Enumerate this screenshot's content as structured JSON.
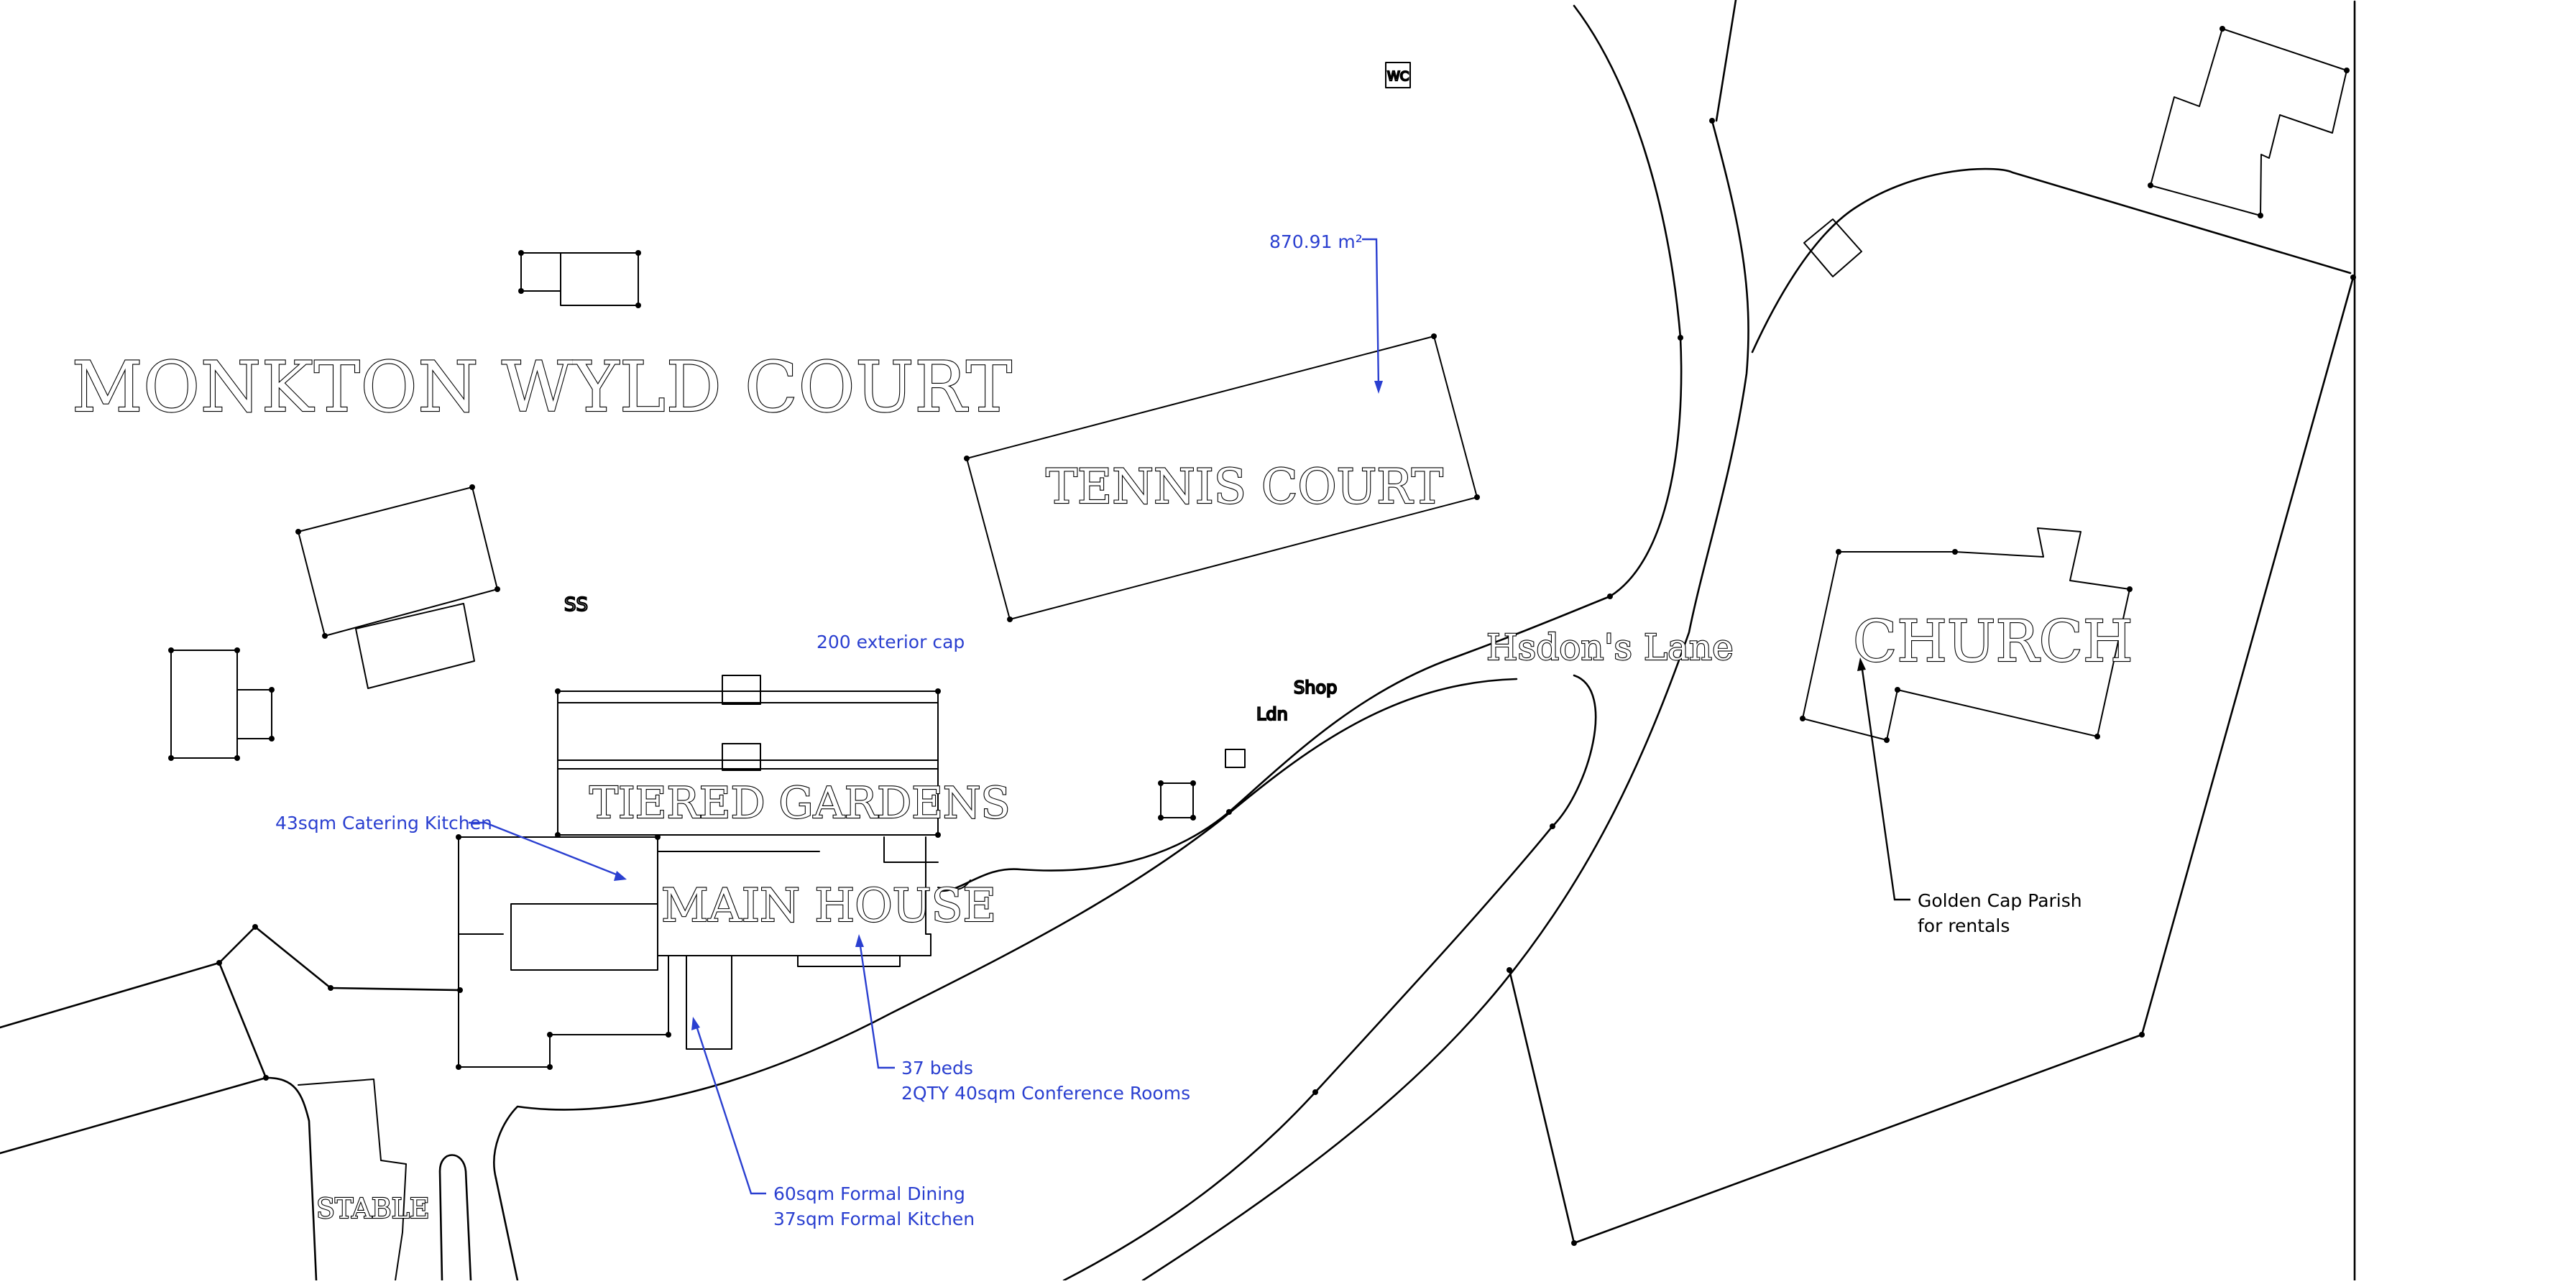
{
  "map": {
    "labels": {
      "site_title": "MONKTON WYLD COURT",
      "tennis_court": "TENNIS COURT",
      "church": "CHURCH",
      "lane": "Hsdon's Lane",
      "tiered_gardens": "TIERED GARDENS",
      "main_house": "MAIN HOUSE",
      "stable": "STABLE",
      "tiny_a": "WC",
      "tiny_b": "SS",
      "tiny_c": "Ldn",
      "tiny_d": "Shop"
    },
    "annotations": {
      "area": "870.91 m²",
      "exterior_cap": "200 exterior cap",
      "catering_kitchen": "43sqm Catering Kitchen",
      "beds": "37 beds",
      "conference_rooms": "2QTY 40sqm Conference Rooms",
      "formal_dining": "60sqm Formal Dining",
      "formal_kitchen": "37sqm Formal Kitchen",
      "parish_line1": "Golden Cap Parish",
      "parish_line2": "for rentals"
    },
    "colors": {
      "annotation_blue": "#2a3fd0",
      "linework": "#000000",
      "black_note": "#000000",
      "background": "#ffffff"
    }
  }
}
